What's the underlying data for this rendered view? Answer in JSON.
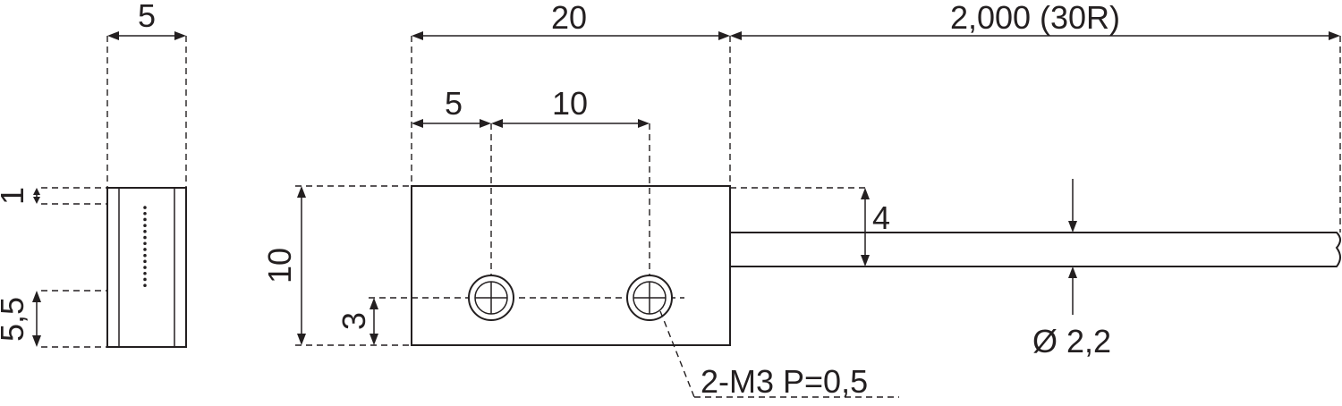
{
  "diagram": {
    "stroke_color": "#231f20",
    "side_view": {
      "width_label": "5",
      "top_offset_label": "1",
      "bottom_offset_label": "5,5"
    },
    "front_view": {
      "length_label": "20",
      "hole1_offset_label": "5",
      "hole_pitch_label": "10",
      "height_label": "10",
      "hole_height_label": "3",
      "thread_callout": "2-M3 P=0,5"
    },
    "cable": {
      "length_label": "2,000 (30R)",
      "offset_label": "4",
      "diameter_label": "Ø 2,2"
    }
  }
}
